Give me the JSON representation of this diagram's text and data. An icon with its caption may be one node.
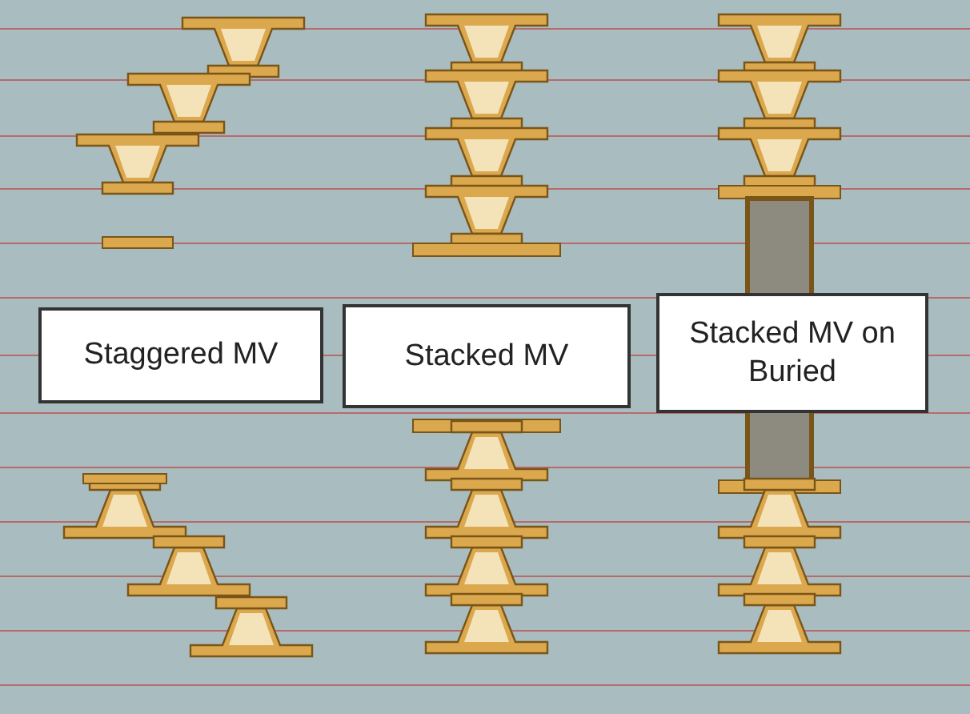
{
  "diagram": {
    "nodes": [
      {
        "text": [
          "Staggered MV"
        ]
      },
      {
        "text": [
          "Stacked MV"
        ]
      },
      {
        "text": [
          "Stacked MV on Buried"
        ]
      }
    ]
  }
}
